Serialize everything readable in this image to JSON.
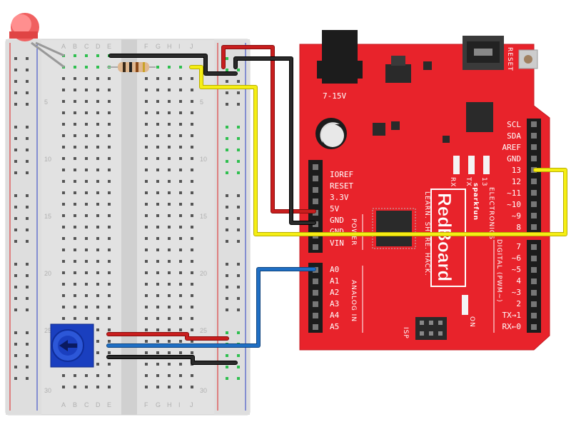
{
  "board": {
    "voltage": "7-15V",
    "reset": "RESET",
    "brand": "sparkfun",
    "brand_sub": "ELECTRONICS",
    "name": "RedBoard",
    "tagline": "LEARN. SHARE. HACK.",
    "isp": "ISP",
    "on": "ON",
    "tx": "TX",
    "rx": "RX",
    "pin13": "13",
    "power_group": "POWER",
    "analog_group": "ANALOG IN",
    "digital_group": "DIGITAL (PWM~)",
    "power_pins": [
      "IOREF",
      "RESET",
      "3.3V",
      "5V",
      "GND",
      "GND",
      "VIN"
    ],
    "analog_pins": [
      "A0",
      "A1",
      "A2",
      "A3",
      "A4",
      "A5"
    ],
    "top_digital_pins": [
      "SCL",
      "SDA",
      "AREF",
      "GND",
      "13",
      "12",
      "~11",
      "~10",
      "~9",
      "8"
    ],
    "bottom_digital_pins": [
      "7",
      "~6",
      "~5",
      "4",
      "~3",
      "2",
      "TX→1",
      "RX←0"
    ]
  },
  "breadboard": {
    "columns": [
      "A",
      "B",
      "C",
      "D",
      "E",
      "F",
      "G",
      "H",
      "I",
      "J"
    ],
    "rows": [
      "5",
      "10",
      "15",
      "20",
      "25",
      "30"
    ]
  },
  "colors": {
    "board": "#e8232b",
    "wire_red": "#c81e1e",
    "wire_black": "#1a1a1a",
    "wire_yellow": "#f5ee14",
    "wire_blue": "#1f6fc4",
    "pot": "#1a3fbf"
  }
}
